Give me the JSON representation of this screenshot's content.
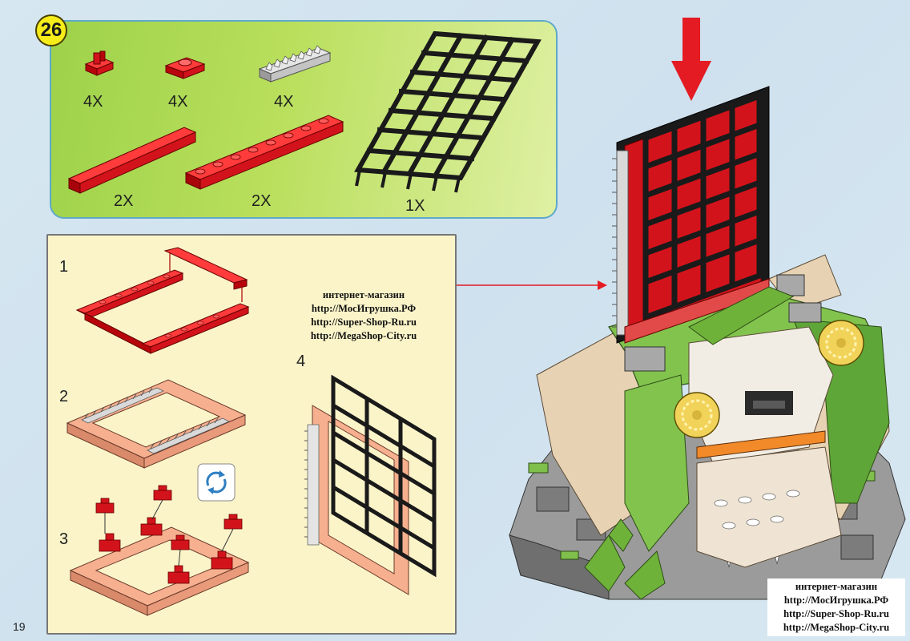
{
  "step": {
    "number": "26"
  },
  "parts": [
    {
      "icon": "red-clip-plate-icon",
      "qty": "4X"
    },
    {
      "icon": "red-round-plate-icon",
      "qty": "4X"
    },
    {
      "icon": "gray-rack-gear-icon",
      "qty": "4X"
    },
    {
      "icon": "red-tile-1x8-icon",
      "qty": "2X"
    },
    {
      "icon": "red-plate-1x8-icon",
      "qty": "2X"
    },
    {
      "icon": "black-grille-icon",
      "qty": "1X"
    }
  ],
  "substeps": [
    "1",
    "2",
    "3",
    "4"
  ],
  "watermark_top": {
    "line1": "интернет-магазин",
    "line2": "http://МосИгрушка.РФ",
    "line3": "http://Super-Shop-Ru.ru",
    "line4": "http://MegaShop-City.ru"
  },
  "watermark_bottom": {
    "line1": "интернет-магазин",
    "line2": "http://МосИгрушка.РФ",
    "line3": "http://Super-Shop-Ru.ru",
    "line4": "http://MegaShop-City.ru"
  },
  "page_number": "19",
  "colors": {
    "brick_red": "#d3131b",
    "panel_green": "#a9d851",
    "sub_panel": "#fbf4c9",
    "arrow_red": "#e41b23"
  }
}
